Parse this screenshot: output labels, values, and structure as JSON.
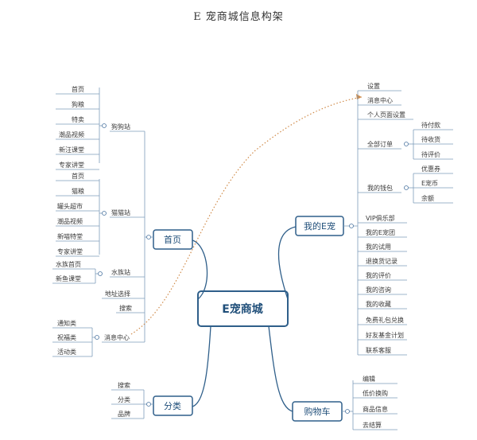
{
  "title": "E 宠商城信息构架",
  "center": "E宠商城",
  "branches": {
    "home": {
      "label": "首页",
      "subs": {
        "dog": {
          "label": "狗狗站",
          "items": [
            "首页",
            "狗粮",
            "特卖",
            "潮品视频",
            "新汪课堂",
            "专家讲堂"
          ]
        },
        "cat": {
          "label": "猫猫站",
          "items": [
            "首页",
            "猫粮",
            "罐头超市",
            "潮品视频",
            "新喵特堂",
            "专家讲堂"
          ]
        },
        "aqua": {
          "label": "水族站",
          "items": [
            "水族首页",
            "新鱼课堂"
          ]
        },
        "address": {
          "label": "地址选择"
        },
        "search": {
          "label": "搜索"
        },
        "msg": {
          "label": "消息中心",
          "items": [
            "通知类",
            "祝福类",
            "活动类"
          ]
        }
      }
    },
    "category": {
      "label": "分类",
      "items": [
        "搜索",
        "分类",
        "品牌"
      ]
    },
    "mine": {
      "label": "我的E宠",
      "settings": "设置",
      "msg_center": "消息中心",
      "personal": "个人页面设置",
      "orders": {
        "label": "全部订单",
        "items": [
          "待付款",
          "待收货",
          "待评价"
        ]
      },
      "wallet": {
        "label": "我的钱包",
        "items": [
          "优惠券",
          "E宠币",
          "余额"
        ]
      },
      "others": [
        "VIP俱乐部",
        "我的E宠团",
        "我的试用",
        "退换货记录",
        "我的评价",
        "我的咨询",
        "我的收藏",
        "免费礼包兑换",
        "好友基金计划",
        "联系客服"
      ]
    },
    "cart": {
      "label": "购物车",
      "items": [
        "编辑",
        "低价换购",
        "商品信息",
        "去结算"
      ]
    }
  }
}
